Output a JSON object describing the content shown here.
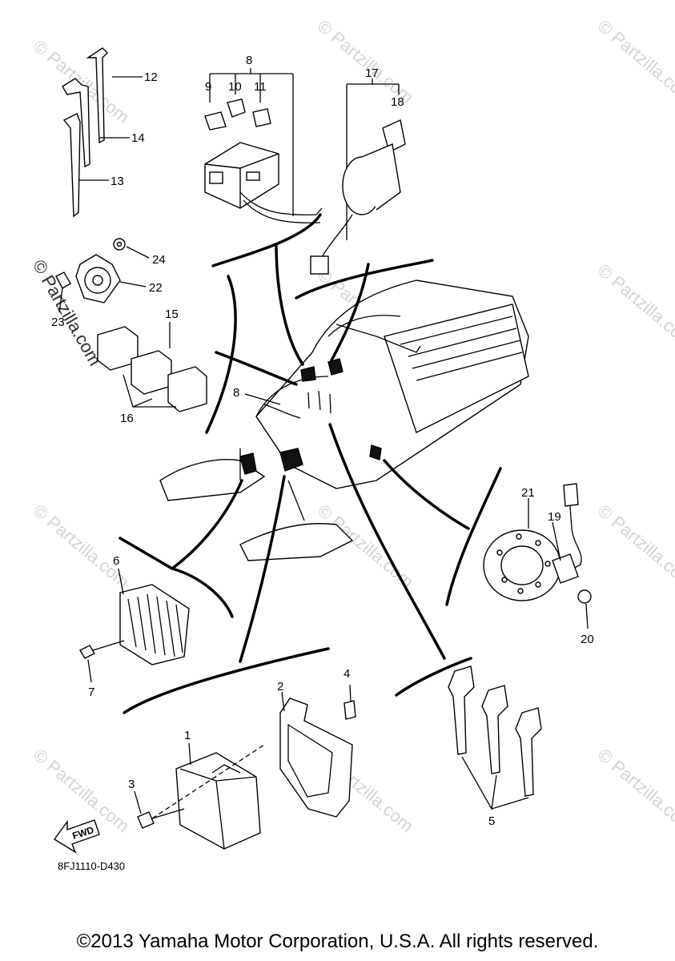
{
  "diagram": {
    "part_code": "8FJ1110-D430",
    "fwd_label": "FWD",
    "callouts": [
      "1",
      "2",
      "3",
      "4",
      "5",
      "6",
      "7",
      "8",
      "9",
      "10",
      "11",
      "12",
      "13",
      "14",
      "15",
      "16",
      "17",
      "18",
      "19",
      "20",
      "21",
      "22",
      "23",
      "24"
    ],
    "main_frame_callout": "8"
  },
  "watermark": {
    "text": "© Partzilla.com",
    "side_text": "© Partzilla.com"
  },
  "footer": {
    "copyright": "©2013 Yamaha Motor Corporation, U.S.A. All rights reserved."
  }
}
